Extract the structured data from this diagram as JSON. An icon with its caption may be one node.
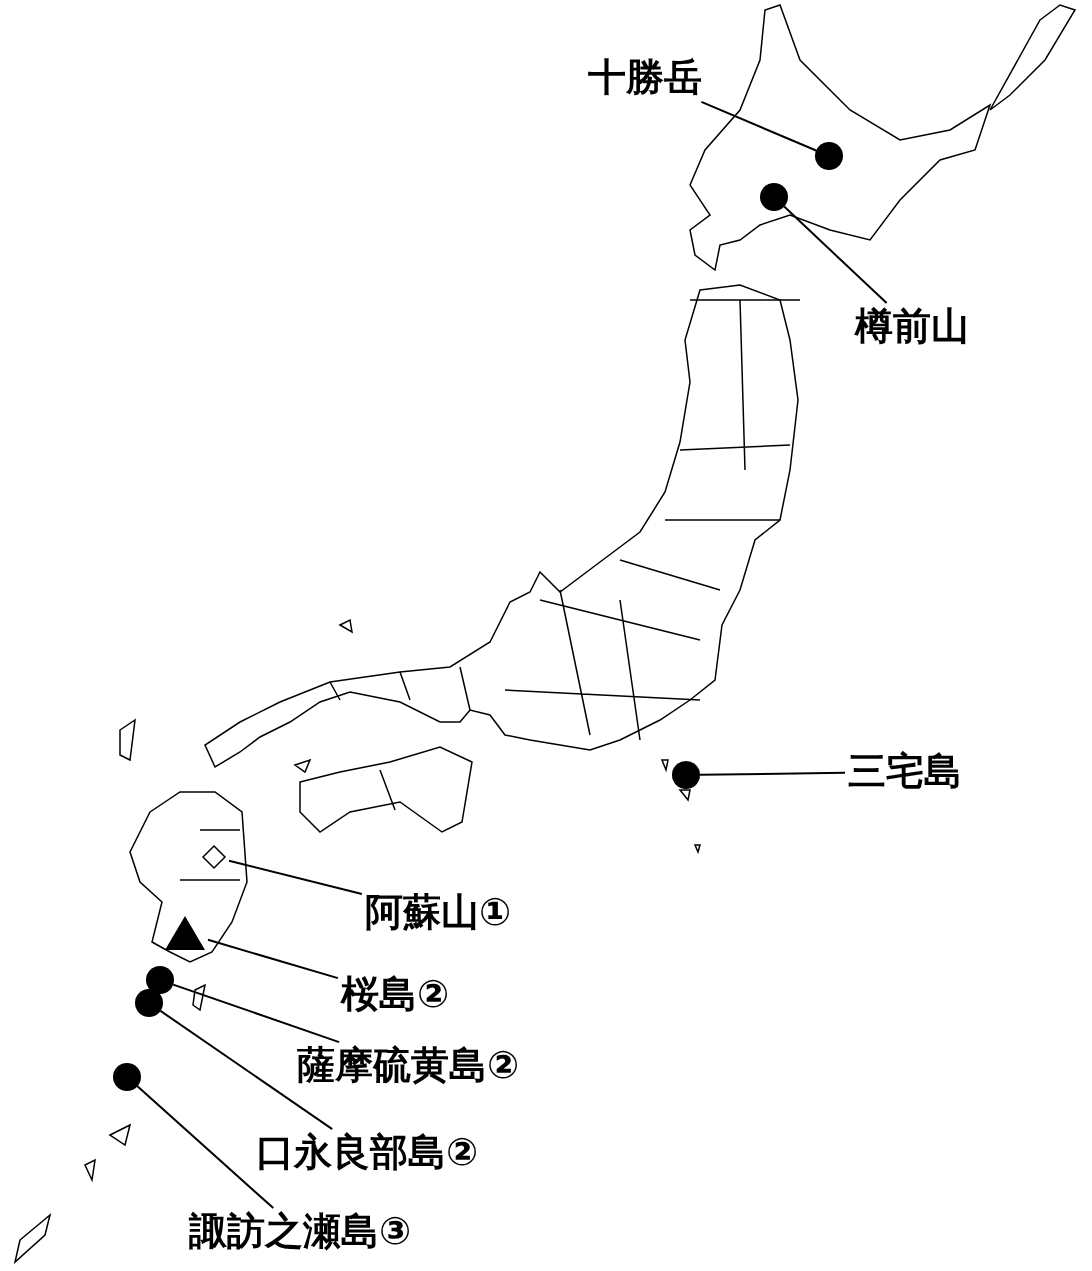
{
  "diagram": {
    "nodes": [
      {
        "text": [
          "十勝岳"
        ]
      },
      {
        "text": [],
        "shape": "circle"
      },
      {
        "text": [],
        "shape": "circle"
      },
      {
        "text": [
          "樽前山"
        ]
      },
      {
        "text": [],
        "shape": "circle"
      },
      {
        "text": [
          "三宅島"
        ]
      },
      {
        "text": [],
        "shape": "diamond"
      },
      {
        "text": [
          "阿蘇山①"
        ]
      },
      {
        "text": [],
        "shape": "triangle"
      },
      {
        "text": [
          "桜島②"
        ]
      },
      {
        "text": [],
        "shape": "circle"
      },
      {
        "text": [],
        "shape": "circle"
      },
      {
        "text": [
          "薩摩硫黄島②"
        ]
      },
      {
        "text": [
          "口永良部島②"
        ]
      },
      {
        "text": [],
        "shape": "circle"
      },
      {
        "text": [
          "諏訪之瀬島③"
        ]
      }
    ],
    "edges": [
      {
        "from": 0,
        "to": 1,
        "arrow": "none"
      },
      {
        "from": 2,
        "to": 3,
        "arrow": "none"
      },
      {
        "from": 4,
        "to": 5,
        "arrow": "none"
      },
      {
        "from": 6,
        "to": 7,
        "arrow": "none"
      },
      {
        "from": 8,
        "to": 9,
        "arrow": "none"
      },
      {
        "from": 10,
        "to": 12,
        "arrow": "none"
      },
      {
        "from": 11,
        "to": 13,
        "arrow": "none"
      },
      {
        "from": 14,
        "to": 15,
        "arrow": "none"
      }
    ]
  }
}
